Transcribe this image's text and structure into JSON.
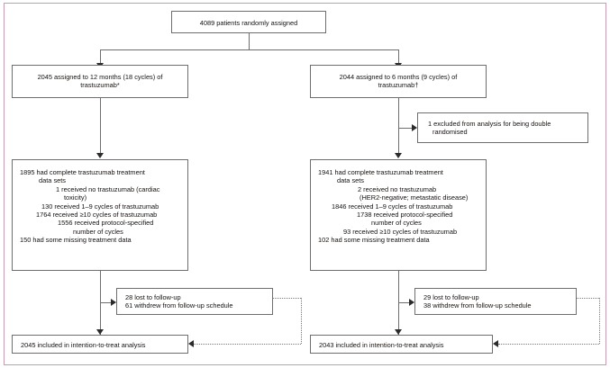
{
  "diagram": {
    "type": "consort-flow-diagram",
    "frame_color": "#c79cb0",
    "box_border_color": "#6e6e6e",
    "connector_color": "#6e6e6e",
    "text_color": "#16120f"
  },
  "nodes": {
    "enrollment": {
      "lines": [
        "4089 patients randomly assigned"
      ]
    },
    "allocation_left": {
      "lines": [
        "2045 assigned to 12 months (18 cycles) of",
        "trastuzumab*"
      ]
    },
    "allocation_right": {
      "lines": [
        "2044 assigned to 6 months (9 cycles) of",
        "trastuzumab†"
      ]
    },
    "excluded_right": {
      "lines": [
        "1 excluded from analysis for being double",
        "randomised"
      ]
    },
    "treatment_left": {
      "lines": [
        "1895 had complete trastuzumab treatment",
        "data sets",
        "1 received no trastuzumab (cardiac",
        "toxicity)",
        "130 received 1–9 cycles of trastuzumab",
        "1764 received ≥10 cycles of trastuzumab",
        "1556 received protocol-specified",
        "number of cycles",
        "150 had some missing treatment data"
      ]
    },
    "treatment_right": {
      "lines": [
        "1941 had complete trastuzumab treatment",
        "data sets",
        "2 received no trastuzumab",
        "(HER2-negative; metastatic disease)",
        "1846 received 1–9 cycles of trastuzumab",
        "1738 received protocol-specified",
        "number of cycles",
        "93 received ≥10 cycles of trastuzumab",
        "102 had some missing treatment data"
      ]
    },
    "followup_left": {
      "lines": [
        "28 lost to follow-up",
        "61 withdrew from follow-up schedule"
      ]
    },
    "followup_right": {
      "lines": [
        "29 lost to follow-up",
        "38 withdrew from follow-up schedule"
      ]
    },
    "analysis_left": {
      "lines": [
        "2045 included in intention-to-treat analysis"
      ]
    },
    "analysis_right": {
      "lines": [
        "2043 included in intention-to-treat analysis"
      ]
    }
  }
}
